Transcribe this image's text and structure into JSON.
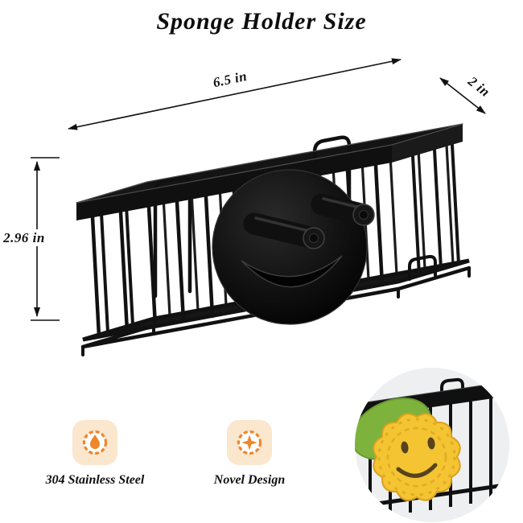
{
  "title": "Sponge Holder Size",
  "dimensions": {
    "width": "6.5 in",
    "depth": "2 in",
    "height": "2.96 in"
  },
  "features": [
    {
      "label": "304 Stainless Steel",
      "icon": "droplet-gear-icon"
    },
    {
      "label": "Novel Design",
      "icon": "sparkle-gear-icon"
    }
  ],
  "colors": {
    "accent_orange": "#F0862A",
    "feature_tile_bg": "#FBE6CE",
    "line_black": "#111111",
    "inset_bg": "#EDEFF1",
    "sponge_yellow": "#F4C433",
    "sponge_green": "#7DB23C",
    "face_brown": "#57431C"
  }
}
